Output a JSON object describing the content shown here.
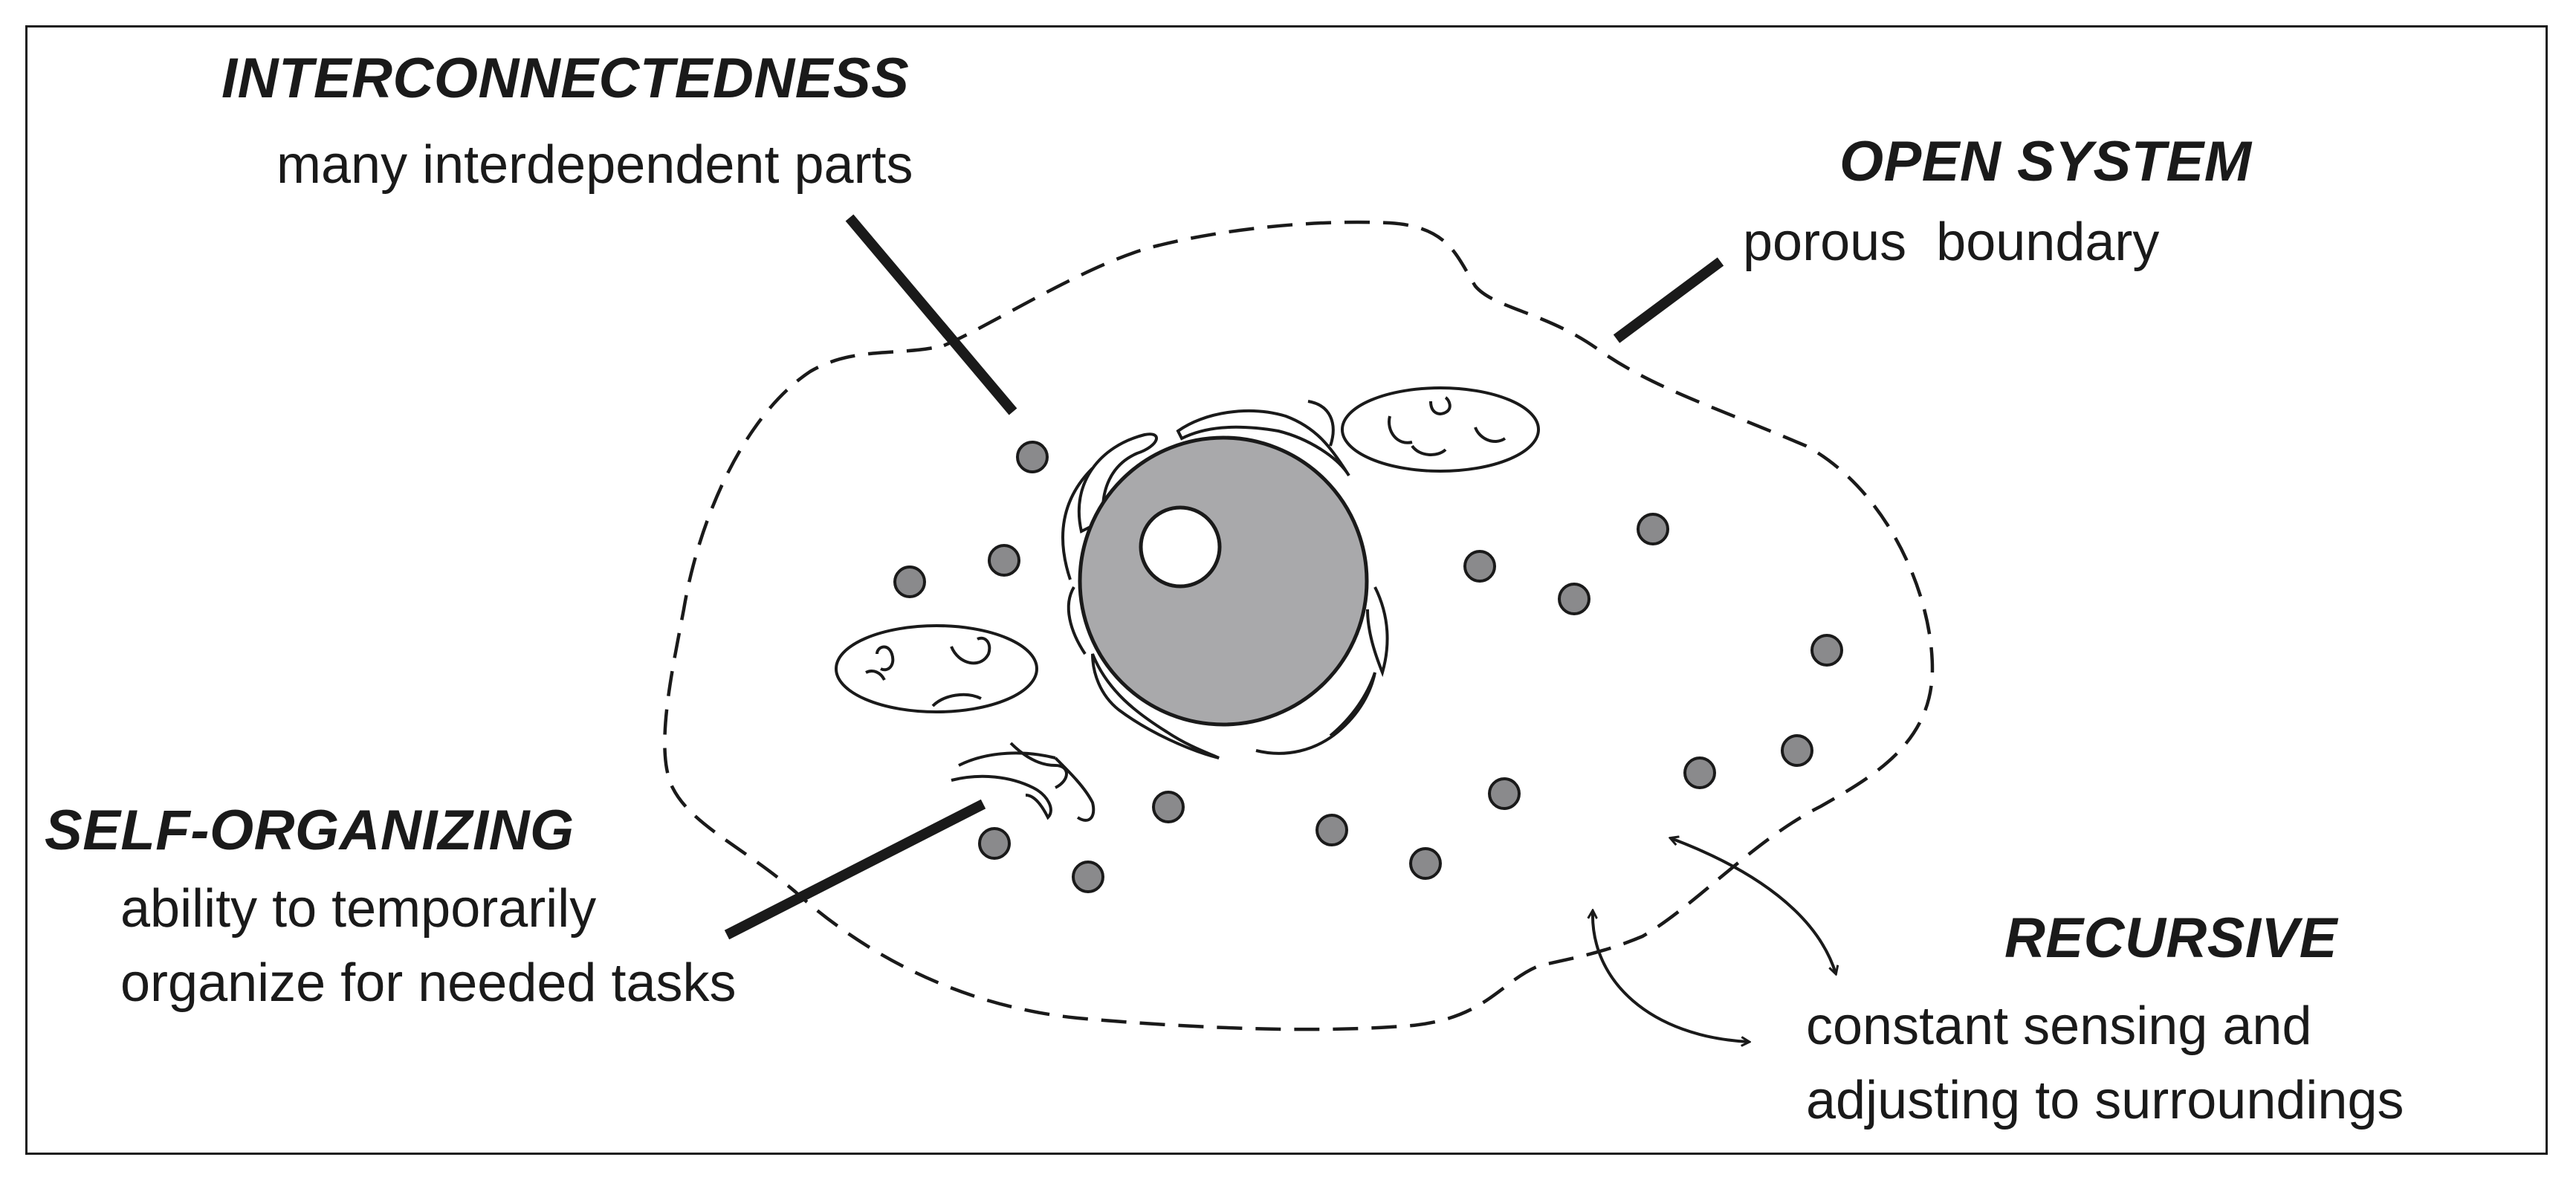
{
  "labels": {
    "interconnectedness": {
      "heading": "INTERCONNECTEDNESS",
      "text": "many interdependent parts"
    },
    "open_system": {
      "heading": "OPEN SYSTEM",
      "text": "porous  boundary"
    },
    "self_organizing": {
      "heading": "SELF-ORGANIZING",
      "line1": "ability to temporarily",
      "line2": "organize for needed tasks"
    },
    "recursive": {
      "heading": "RECURSIVE",
      "line1": "constant sensing and",
      "line2": "adjusting to surroundings"
    }
  },
  "colors": {
    "ink": "#1a1a1a",
    "nucleus": "#a9a9ab",
    "dots": "#8a8a8c",
    "background": "#ffffff"
  },
  "icons": {
    "cell": "cell-membrane-icon",
    "nucleus": "nucleus-icon",
    "mitochondria": "mitochondria-icon",
    "arrows": "double-headed-arrow-icon"
  }
}
